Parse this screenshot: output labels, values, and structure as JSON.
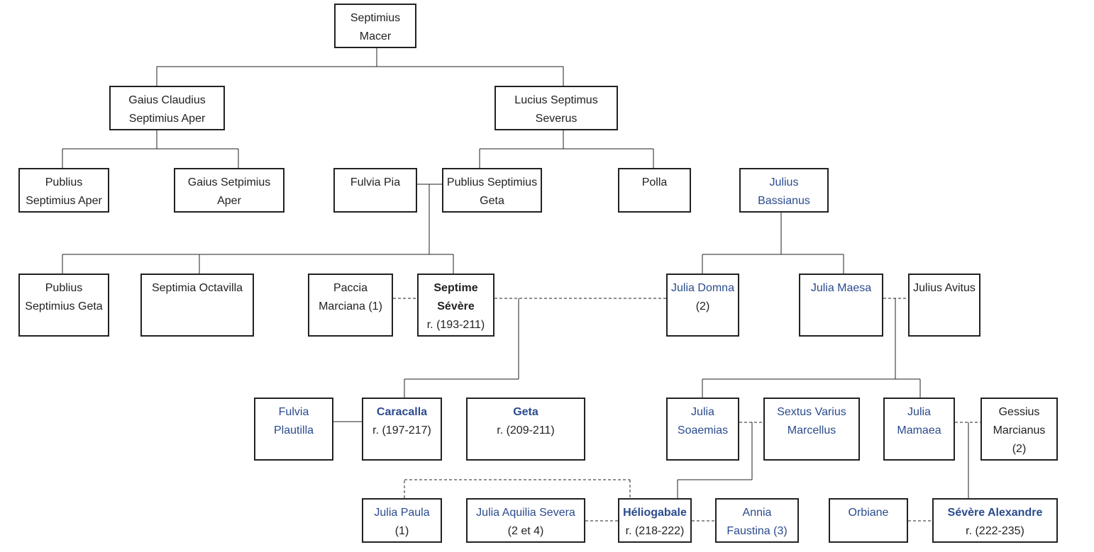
{
  "persons": {
    "septimius_macer": {
      "lines": [
        "Septimius",
        "Macer"
      ],
      "link": false,
      "bold": false
    },
    "gaius_claudius": {
      "lines": [
        "Gaius Claudius",
        "Septimius Aper"
      ],
      "link": false,
      "bold": false
    },
    "lucius_septimus": {
      "lines": [
        "Lucius Septimus",
        "Severus"
      ],
      "link": false,
      "bold": false
    },
    "publius_aper": {
      "lines": [
        "Publius",
        "Septimius Aper"
      ],
      "link": false,
      "bold": false
    },
    "gaius_setpimius": {
      "lines": [
        "Gaius Setpimius",
        "Aper"
      ],
      "link": false,
      "bold": false
    },
    "fulvia_pia": {
      "lines": [
        "Fulvia Pia"
      ],
      "link": false,
      "bold": false
    },
    "publius_geta_father": {
      "lines": [
        "Publius Septimius",
        "Geta"
      ],
      "link": false,
      "bold": false
    },
    "polla": {
      "lines": [
        "Polla"
      ],
      "link": false,
      "bold": false
    },
    "julius_bassianus": {
      "lines": [
        "Julius",
        "Bassianus"
      ],
      "link": true,
      "bold": false
    },
    "publius_geta_son": {
      "lines": [
        "Publius",
        "Septimius Geta"
      ],
      "link": false,
      "bold": false
    },
    "septimia_octavilla": {
      "lines": [
        "Septimia Octavilla"
      ],
      "link": false,
      "bold": false
    },
    "paccia_marciana": {
      "lines": [
        "Paccia",
        "Marciana (1)"
      ],
      "link": false,
      "bold": false
    },
    "septime_severe": {
      "lines": [
        "Septime",
        "Sévère"
      ],
      "reign": "r. (193-211)",
      "link": false,
      "bold": true
    },
    "julia_domna": {
      "lines": [
        "Julia Domna"
      ],
      "reign": "(2)",
      "link": true,
      "bold": false
    },
    "julia_maesa": {
      "lines": [
        "Julia Maesa"
      ],
      "link": true,
      "bold": false
    },
    "julius_avitus": {
      "lines": [
        "Julius Avitus"
      ],
      "link": false,
      "bold": false
    },
    "fulvia_plautilla": {
      "lines": [
        "Fulvia",
        "Plautilla"
      ],
      "link": true,
      "bold": false
    },
    "caracalla": {
      "lines": [
        "Caracalla"
      ],
      "reign": "r. (197-217)",
      "link": true,
      "bold": true
    },
    "geta": {
      "lines": [
        "Geta"
      ],
      "reign": "r. (209-211)",
      "link": true,
      "bold": true
    },
    "julia_soaemias": {
      "lines": [
        "Julia",
        "Soaemias"
      ],
      "link": true,
      "bold": false
    },
    "sextus_varius": {
      "lines": [
        "Sextus Varius",
        "Marcellus"
      ],
      "link": true,
      "bold": false
    },
    "julia_mamaea": {
      "lines": [
        "Julia",
        "Mamaea"
      ],
      "link": true,
      "bold": false
    },
    "gessius_marcianus": {
      "lines": [
        "Gessius",
        "Marcianus"
      ],
      "reign": "(2)",
      "link": false,
      "bold": false
    },
    "julia_paula": {
      "lines": [
        "Julia Paula"
      ],
      "reign": "(1)",
      "link": true,
      "bold": false
    },
    "julia_aquilia": {
      "lines": [
        "Julia Aquilia Severa"
      ],
      "reign": "(2 et 4)",
      "link": true,
      "bold": false
    },
    "heliogabale": {
      "lines": [
        "Héliogabale"
      ],
      "reign": "r. (218-222)",
      "link": true,
      "bold": true
    },
    "annia_faustina": {
      "lines": [
        "Annia",
        "Faustina (3)"
      ],
      "link": true,
      "bold": false
    },
    "orbiane": {
      "lines": [
        "Orbiane"
      ],
      "link": true,
      "bold": false
    },
    "severe_alexandre": {
      "lines": [
        "Sévère Alexandre"
      ],
      "reign": "r. (222-235)",
      "link": true,
      "bold": true
    }
  }
}
